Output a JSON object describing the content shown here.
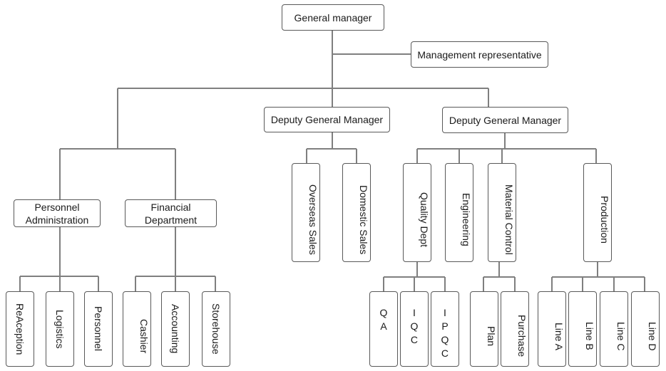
{
  "org": {
    "gm": "General manager",
    "mgmt_rep": "Management representative",
    "dgm_sales": "Deputy General Manager",
    "dgm_ops": "Deputy General Manager",
    "personnel_admin": {
      "line1": "Personnel",
      "line2": "Administration"
    },
    "financial": {
      "line1": "Financial",
      "line2": "Department"
    },
    "overseas_sales": "Overseas Sales",
    "domestic_sales": "Domestic Sales",
    "quality_dept": "Quality Dept",
    "engineering": "Engineering",
    "material_control": "Material Control",
    "production": "Production",
    "reception": "ReAception",
    "logistics": "Logistics",
    "personnel": "Personnel",
    "cashier": "Cashier",
    "accounting": "Accounting",
    "storehouse": "Storehouse",
    "qa": [
      "Q",
      "A"
    ],
    "iqc": [
      "I",
      "Q",
      "C"
    ],
    "ipqc": [
      "I",
      "P",
      "Q",
      "C"
    ],
    "plan": "Plan",
    "purchase": "Purchase",
    "line_a": "Line A",
    "line_b": "Line B",
    "line_c": "Line C",
    "line_d": "Line D"
  },
  "colors": {
    "line": "#7f7f7f",
    "border": "#595959",
    "text": "#1a1a1a"
  }
}
